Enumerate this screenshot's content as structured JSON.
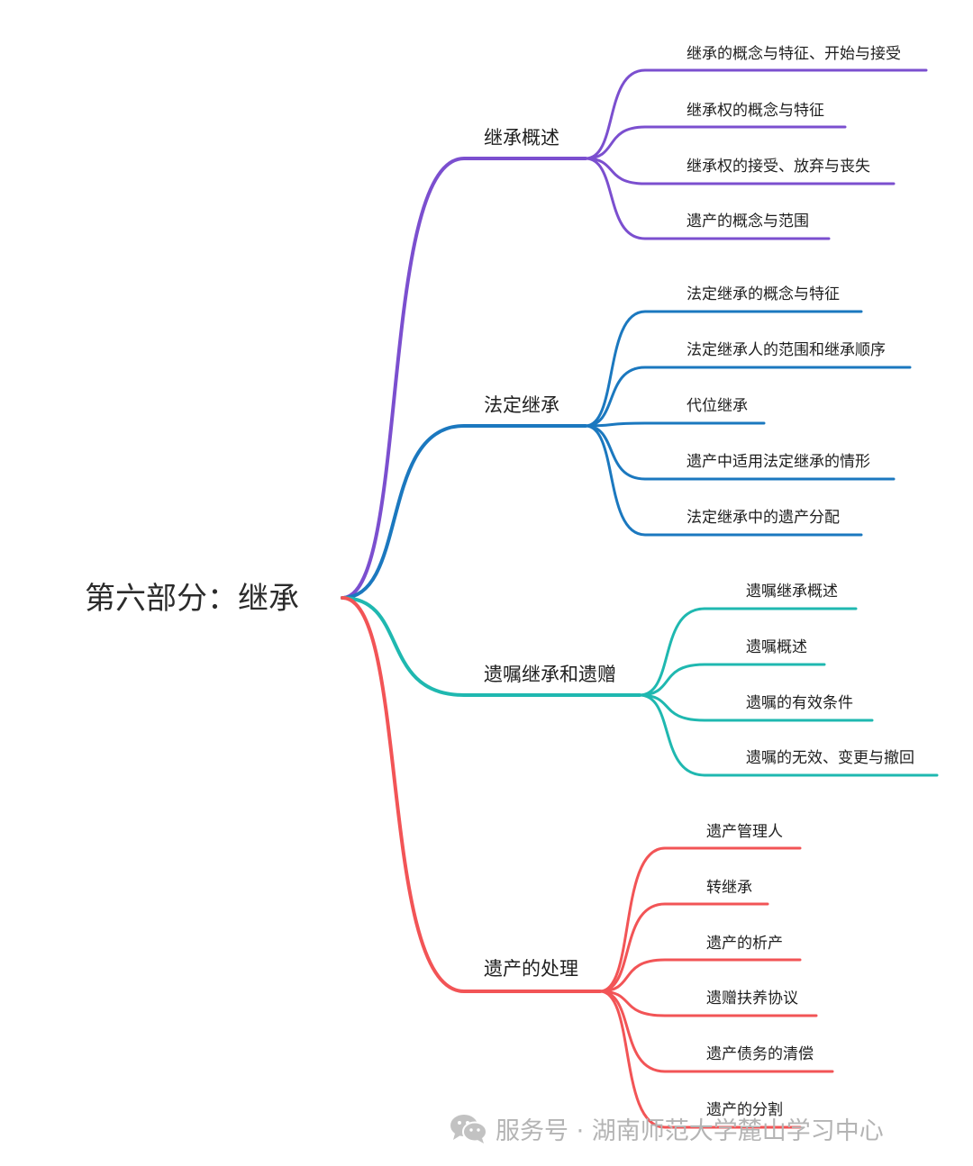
{
  "root": {
    "label": "第六部分：继承"
  },
  "branches": [
    {
      "label": "继承概述",
      "color": "#7b4fcf",
      "children": [
        "继承的概念与特征、开始与接受",
        "继承权的概念与特征",
        "继承权的接受、放弃与丧失",
        "遗产的概念与范围"
      ]
    },
    {
      "label": "法定继承",
      "color": "#1b78bf",
      "children": [
        "法定继承的概念与特征",
        "法定继承人的范围和继承顺序",
        "代位继承",
        "遗产中适用法定继承的情形",
        "法定继承中的遗产分配"
      ]
    },
    {
      "label": "遗嘱继承和遗赠",
      "color": "#1fb8b0",
      "children": [
        "遗嘱继承概述",
        "遗嘱概述",
        "遗嘱的有效条件",
        "遗嘱的无效、变更与撤回"
      ]
    },
    {
      "label": "遗产的处理",
      "color": "#f25456",
      "children": [
        "遗产管理人",
        "转继承",
        "遗产的析产",
        "遗赠扶养协议",
        "遗产债务的清偿",
        "遗产的分割"
      ]
    }
  ],
  "watermark": {
    "icon": "wechat-icon",
    "text": "服务号 · 湖南师范大学麓山学习中心"
  }
}
